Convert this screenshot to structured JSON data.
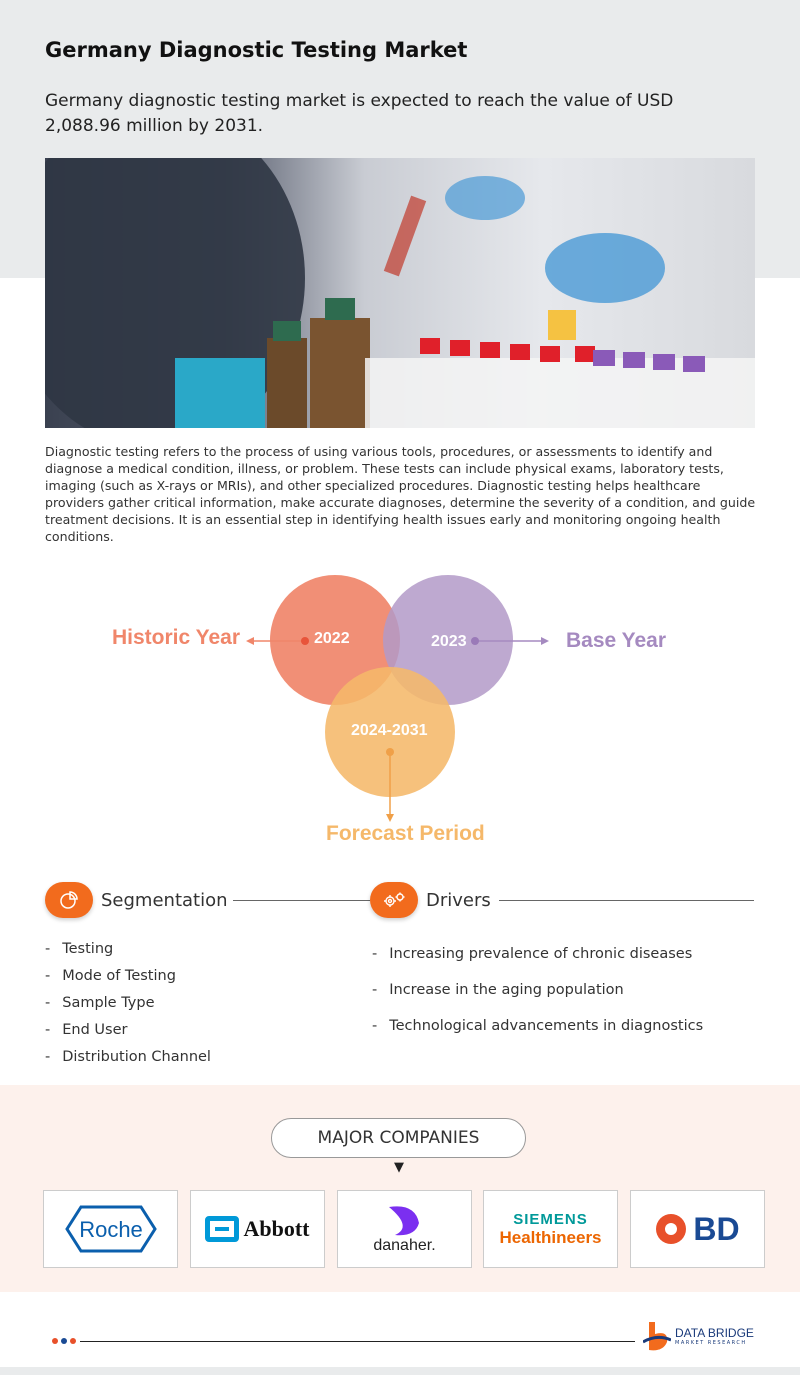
{
  "header": {
    "title": "Germany Diagnostic Testing Market",
    "subtitle": "Germany diagnostic testing market is expected to reach the value of USD 2,088.96 million by 2031."
  },
  "description": "Diagnostic testing refers to the process of using various tools, procedures, or assessments to identify and diagnose a medical condition, illness, or problem. These tests can include physical exams, laboratory tests, imaging (such as X-rays or MRIs), and other specialized procedures. Diagnostic testing helps healthcare providers gather critical information, make accurate diagnoses, determine the severity of a condition, and guide treatment decisions. It is an essential step in identifying health issues early and monitoring ongoing health conditions.",
  "timeline": {
    "historic": {
      "year": "2022",
      "label": "Historic Year",
      "color": "#f0866a"
    },
    "base": {
      "year": "2023",
      "label": "Base Year",
      "color": "#b39ac8"
    },
    "forecast": {
      "year": "2024-2031",
      "label": "Forecast Period",
      "color": "#f5b86a"
    }
  },
  "segmentation": {
    "title": "Segmentation",
    "items": [
      "Testing",
      "Mode of Testing",
      "Sample Type",
      "End User",
      "Distribution Channel"
    ]
  },
  "drivers": {
    "title": "Drivers",
    "items": [
      "Increasing prevalence of chronic diseases",
      "Increase in the aging population",
      "Technological advancements in diagnostics"
    ]
  },
  "companies": {
    "title": "MAJOR COMPANIES",
    "items": [
      "Roche",
      "Abbott",
      "danaher.",
      "SIEMENS",
      "Healthineers",
      "BD"
    ]
  },
  "footer": {
    "brand": "DATA BRIDGE",
    "tagline": "MARKET RESEARCH"
  },
  "colors": {
    "accent": "#f26b1d"
  }
}
